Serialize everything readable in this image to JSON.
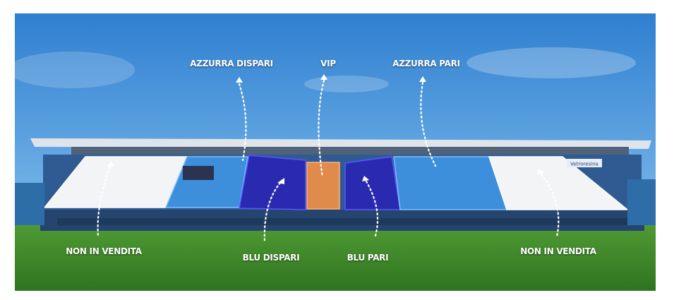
{
  "labels": {
    "azzurra_dispari": "AZZURRA DISPARI",
    "vip": "VIP",
    "azzurra_pari": "AZZURRA PARI",
    "non_in_vendita_left": "NON IN VENDITA",
    "blu_dispari": "BLU DISPARI",
    "blu_pari": "BLU PARI",
    "non_in_vendita_right": "NON IN VENDITA"
  },
  "sponsor": "Vetroresina",
  "colors": {
    "sky_top": "#2f7fd0",
    "sky_bottom": "#6fb2e8",
    "grass": "#3f8a2a",
    "azzurra": "#3d8fdc",
    "blu": "#2a2ab0",
    "vip": "#e08a4c",
    "not_for_sale": "#f2f4f6"
  }
}
